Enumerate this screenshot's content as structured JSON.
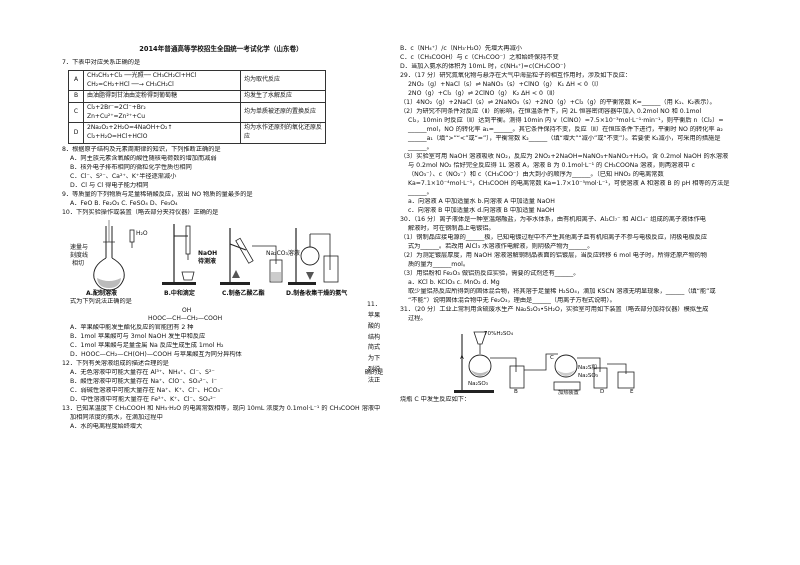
{
  "header": {
    "title": "2014年普通高等学校招生全国统一考试化学（山东卷）"
  },
  "left": {
    "q7": {
      "stem": "7．下表中对应关系正确的是",
      "rows": [
        {
          "label": "A",
          "eq1": "CH₃CH₃+Cl₂ ──光照── CH₃CH₂Cl+HCl",
          "eq2": "CH₂=CH₂+HCl ──→ CH₃CH₂Cl",
          "result": "均为取代反应"
        },
        {
          "label": "B",
          "eq1": "由油脂得到甘油由淀粉得到葡萄糖",
          "eq2": "",
          "result": "均发生了水解反应"
        },
        {
          "label": "C",
          "eq1": "Cl₂+2Br⁻=2Cl⁻+Br₂",
          "eq2": "Zn+Cu²⁺=Zn²⁺+Cu",
          "result": "均为单质被还原的置换反应"
        },
        {
          "label": "D",
          "eq1": "2Na₂O₂+2H₂O=4NaOH+O₂↑",
          "eq2": "Cl₂+H₂O=HCl+HClO",
          "result": "均为水作还原剂的氧化还原反应"
        }
      ]
    },
    "q8": {
      "stem": "8．根据原子结构及元素周期律的知识，下列推断正确的是",
      "options": [
        "A．同主族元素含氧酸的酸性随核电荷数的增加而减弱",
        "B．核外电子排布相同的微粒化学性质也相同",
        "C．Cl⁻、S²⁻、Ca²⁺、K⁺半径逐渐减小",
        "D．Cl 与 Cl 得电子能力相同"
      ]
    },
    "q9": {
      "stem": "9．等质量的下列物质与足量稀硝酸反应，放出 NO 物质的量最多的是",
      "options": "A．FeO    B. Fe₂O₃   C. FeSO₄   D、Fe₃O₄"
    },
    "q10": {
      "stem": "10．下列实验操作或装置（略去部分夹持仪器）正确的是",
      "labels": {
        "a_top": "速量与",
        "a_mid1": "刻度线",
        "a_mid2": "相切",
        "a_caption": "A.配制溶液",
        "water": "H₂O",
        "naoh1": "NaOH",
        "naoh2": "待测液",
        "b_caption": "B.中和滴定",
        "na2co3": "Na₂CO₃溶液",
        "c_caption": "C.制备乙酸乙酯",
        "d_caption": "D.制备收集干燥的氨气"
      },
      "side_text": "11．苹果酸的结构简式为下列说法正",
      "side_tail": "确的是"
    },
    "q11": {
      "lead": "式为下列说法正确的是",
      "structure": "HOOC—CH—CH₂—COOH",
      "structure_sub": "OH",
      "options": [
        "A．苹果酸中能发生酯化反应的官能团有 2 种",
        "B．1mol 苹果酸可与 3mol NaOH 发生中和反应",
        "C．1mol 苹果酸与足量金属 Na 反应生成生成 1mol H₂",
        "D．HOOC—CH₂—CH(OH)—COOH 与苹果酸互为同分异构体"
      ]
    },
    "q12": {
      "stem": "12．下列有关溶液组成的描述合理的是",
      "options": [
        "A．无色溶液中可能大量存在 Al³⁺、NH₄⁺、Cl⁻、S²⁻",
        "B．酸性溶液中可能大量存在 Na⁺、ClO⁻、SO₄²⁻、I⁻",
        "C．弱碱性溶液中可能大量存在 Na⁺、K⁺、Cl⁻、HCO₃⁻",
        "D．中性溶液中可能大量存在 Fe³⁺、K⁺、Cl⁻、SO₄²⁻"
      ]
    },
    "q13": {
      "lines": [
        "13．已知某温度下 CH₃COOH 和 NH₃·H₂O 的电离常数相等，现向 10mL 浓度为 0.1mol·L⁻¹ 的 CH₃COOH 溶液中滴",
        "加相同浓度的氨水，在滴加过程中",
        "A．水的电离程度始终增大"
      ]
    }
  },
  "right": {
    "q13_cont": [
      "B．c（NH₄⁺）/c（NH₃·H₂O）先增大再减小",
      "C．c（CH₃COOH）与 c（CH₃COO⁻）之和始终保持不变",
      "D．当加入氨水的体积为 10mL 时，c(NH₄⁺)=c(CH₃COO⁻)"
    ],
    "q29": {
      "lines": [
        "29．（17 分）研究氮氧化物与悬浮在大气中海盐粒子的相互作用时，涉及如下反应：",
        "2NO₂（g）+NaCl（s）⇌ NaNO₃（s）+ClNO（g）   K₁   ∆H < 0（Ⅰ）",
        "2NO（g）+Cl₂（g）⇌ 2ClNO（g）   K₂   ∆H < 0（Ⅱ）",
        "（1）4NO₂（g）+2NaCl（s）⇌ 2NaNO₃（s）+2NO（g）+Cl₂（g）的平衡常数 K=______（用 K₁、K₂表示）。",
        "（2）为研究不同条件对反应（Ⅱ）的影响，在恒温条件下，向 2L 恒容密闭容器中加入 0.2mol NO 和 0.1mol",
        "Cl₂，10min 时反应（Ⅱ）达到平衡。测得 10min 内 v（ClNO）=7.5×10⁻³mol·L⁻¹·min⁻¹，则平衡后 n（Cl₂）=",
        "______mol，NO 的转化率 a₁=______。其它条件保持不变，反应（Ⅱ）在恒压条件下进行，平衡时 NO 的转化率 a₂",
        "______a₁（填“>”“<”或“=”），平衡常数 K₂______（填“增大”“减小”或“不变”）。若要使 K₂减小，可采用的措施是",
        "______。",
        "（3）实验室可用 NaOH 溶液吸收 NO₂，反应为 2NO₂+2NaOH=NaNO₃+NaNO₂+H₂O。含 0.2mol NaOH 的水溶液",
        "与 0.2mol NO₂ 恰好完全反应得 1L 溶液 A，溶液 B 为 0.1mol·L⁻¹ 的 CH₃COONa 溶液，则两溶液中 c",
        "（NO₃⁻）、c（NO₂⁻）和 c（CH₃COO⁻）由大到小的顺序为______。（已知 HNO₂ 的电离常数",
        "Ka=7.1×10⁻⁴mol·L⁻¹，CH₃COOH 的电离常数 Ka=1.7×10⁻⁵mol·L⁻¹，可使溶液 A 和溶液 B 的 pH 相等的方法是",
        "______。",
        "a．向溶液 A 中加适量水          b.向溶液 A 中加适量 NaOH",
        "c．向溶液 B 中加适量水          d.向溶液 B 中加适量 NaOH"
      ]
    },
    "q30": {
      "lines": [
        "30．（16 分）离子液体是一种室温熔融盐，为非水体系，由有机阳离子、Al₂Cl₇⁻ 和 AlCl₄⁻ 组成的离子液体作电",
        "解液时，可在钢制品上电镀铝。",
        "（1）钢制品应接电源的______极，已知电镀过程中不产生其他离子且有机阳离子不参与电极反应，阴极电极反应",
        "式为______。若改用 AlCl₃ 水溶液作电解液，则阴极产物为______。",
        "（2）为测定镀层厚度，用 NaOH 溶液溶解钢制品表面的铝镀层，当反应转移 6 mol 电子时，所得还原产物的物",
        "质的量为______mol。",
        "（3）用铝粉和 Fe₂O₃ 做铝热反应实验，需要的试剂还有______。",
        "a．KCl   b. KClO₃   c. MnO₂   d. Mg",
        "取少量铝热反应所得到的固体混合物，将其溶于足量稀 H₂SO₄，滴加 KSCN 溶液无明显现象，______（填“能”或",
        "“不能”）说明固体混合物中无 Fe₂O₃，理由是______（用离子方程式说明）。"
      ]
    },
    "q31": {
      "lines": [
        "31．（20 分）工业上常利用含硫废水生产 Na₂S₂O₃•5H₂O，实验室可用如下装置（略去部分加持仪器）模拟生成",
        "过程。"
      ],
      "figure": {
        "acid": "70%H₂SO₄",
        "na2so3": "Na₂SO₃",
        "a": "A",
        "b": "B",
        "c": "C",
        "d": "D",
        "e": "E",
        "na2s": "Na₂S和",
        "na2so3b": "Na₂SO₃",
        "heater": "加热装置"
      },
      "tail": "烧瓶 C 中发生反应如下："
    }
  }
}
